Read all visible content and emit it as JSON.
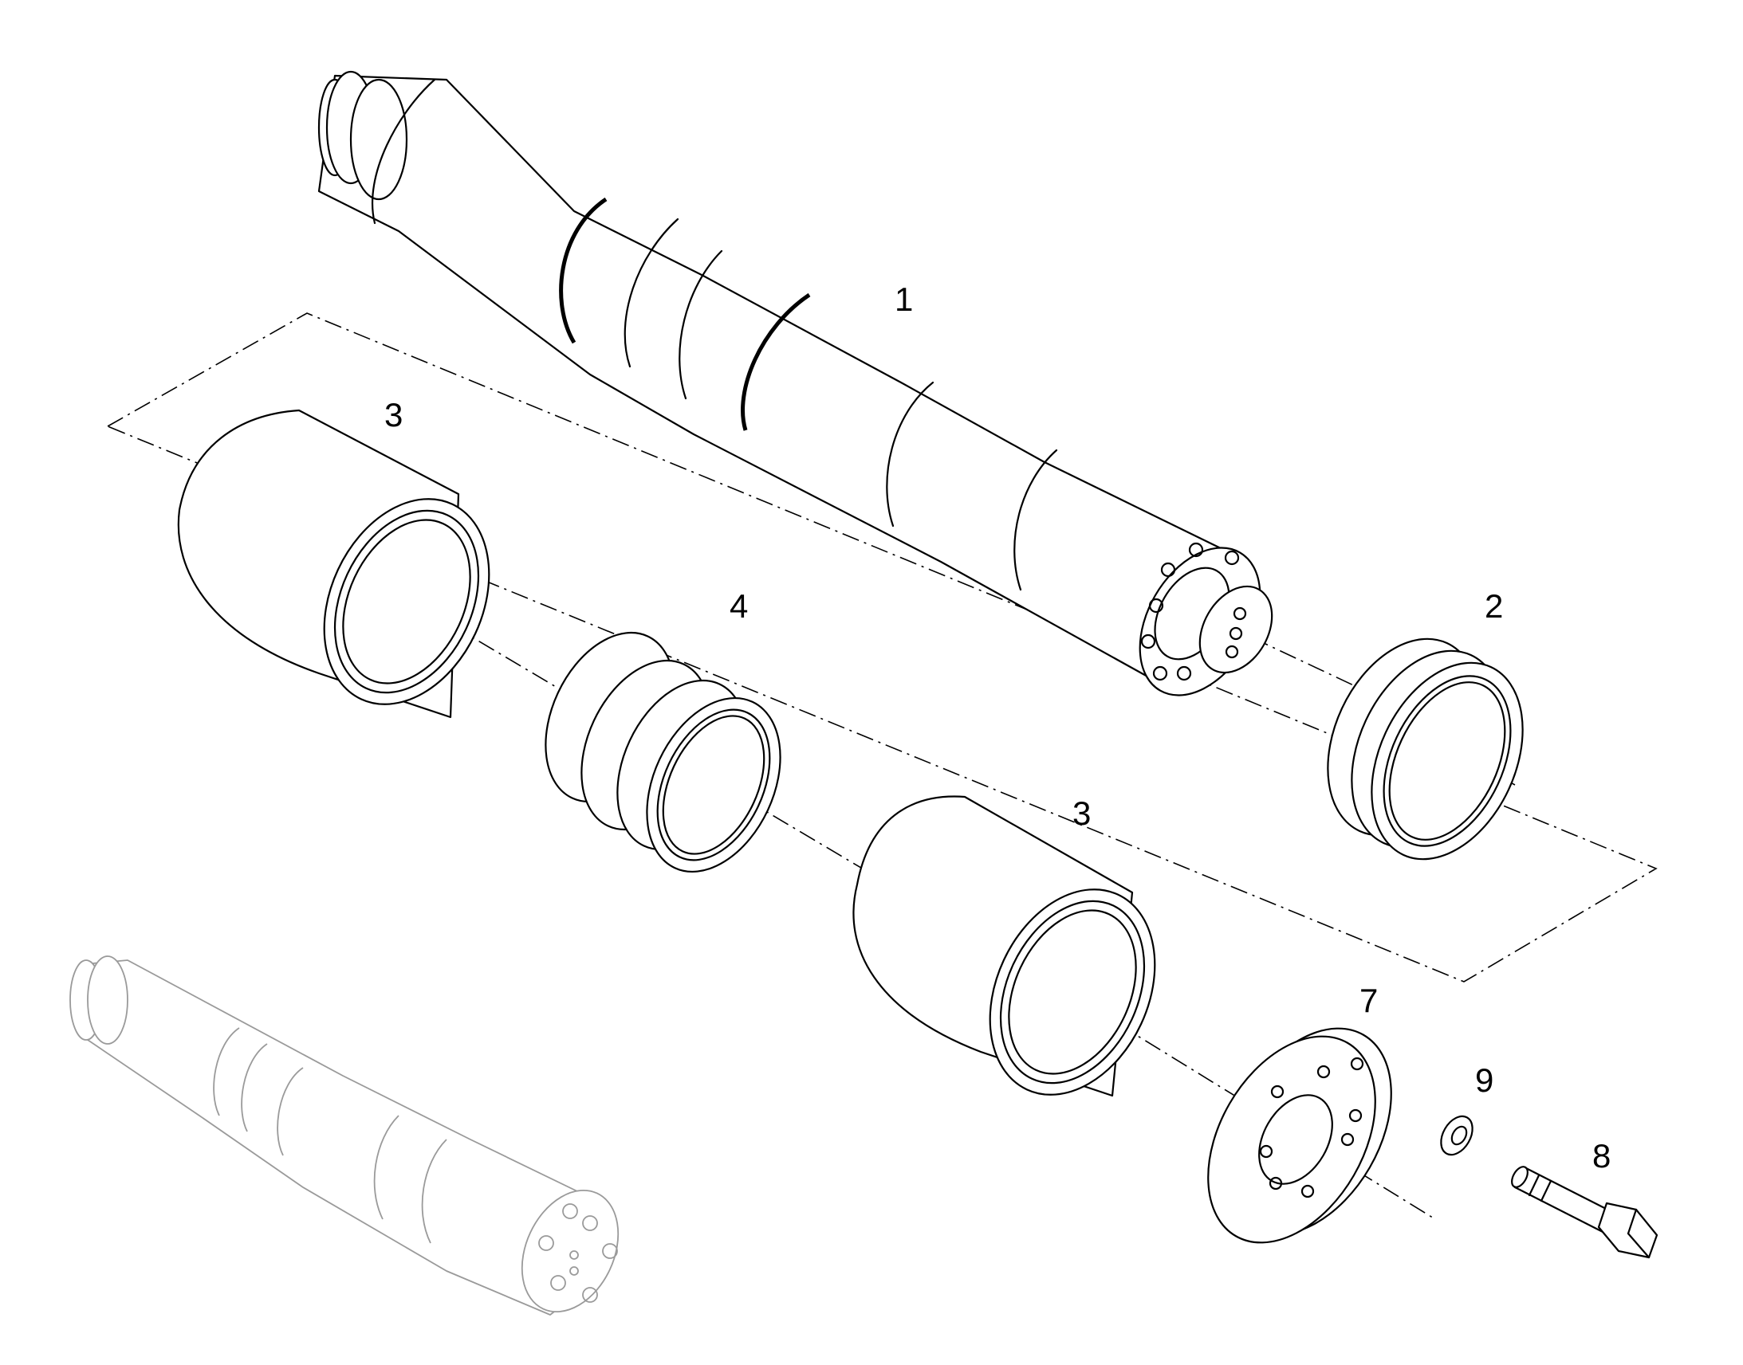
{
  "callouts": {
    "part1": "1",
    "part2": "2",
    "part3a": "3",
    "part3b": "3",
    "part4": "4",
    "part7": "7",
    "part8": "8",
    "part9": "9"
  }
}
